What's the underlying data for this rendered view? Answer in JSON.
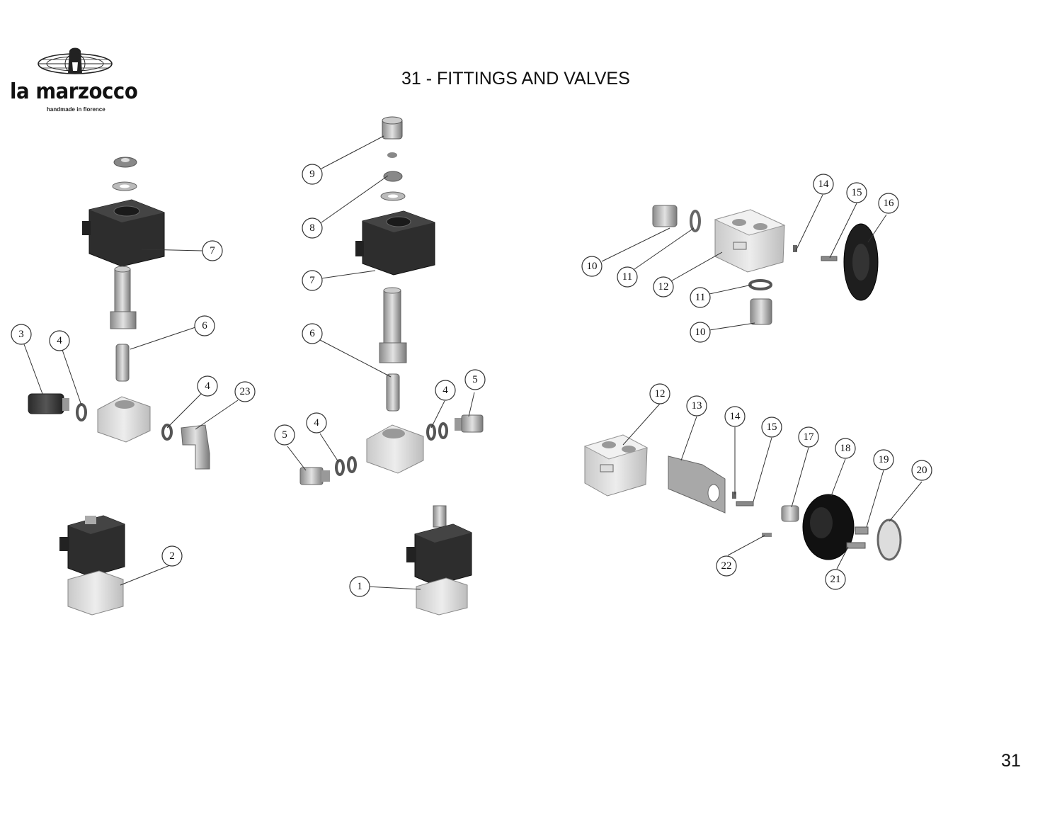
{
  "header": {
    "brand": "la marzocco",
    "tagline": "handmade in florence",
    "title": "31 - FITTINGS AND VALVES"
  },
  "footer": {
    "page_number": "31"
  },
  "callouts": {
    "c1": "1",
    "c2": "2",
    "c3": "3",
    "c4a": "4",
    "c4b": "4",
    "c4c": "4",
    "c4d": "4",
    "c5a": "5",
    "c5b": "5",
    "c6a": "6",
    "c6b": "6",
    "c7a": "7",
    "c7b": "7",
    "c8": "8",
    "c9": "9",
    "c10a": "10",
    "c10b": "10",
    "c11a": "11",
    "c11b": "11",
    "c12a": "12",
    "c12b": "12",
    "c13": "13",
    "c14a": "14",
    "c14b": "14",
    "c15a": "15",
    "c15b": "15",
    "c16": "16",
    "c17": "17",
    "c18": "18",
    "c19": "19",
    "c20": "20",
    "c21": "21",
    "c22": "22",
    "c23": "23"
  }
}
